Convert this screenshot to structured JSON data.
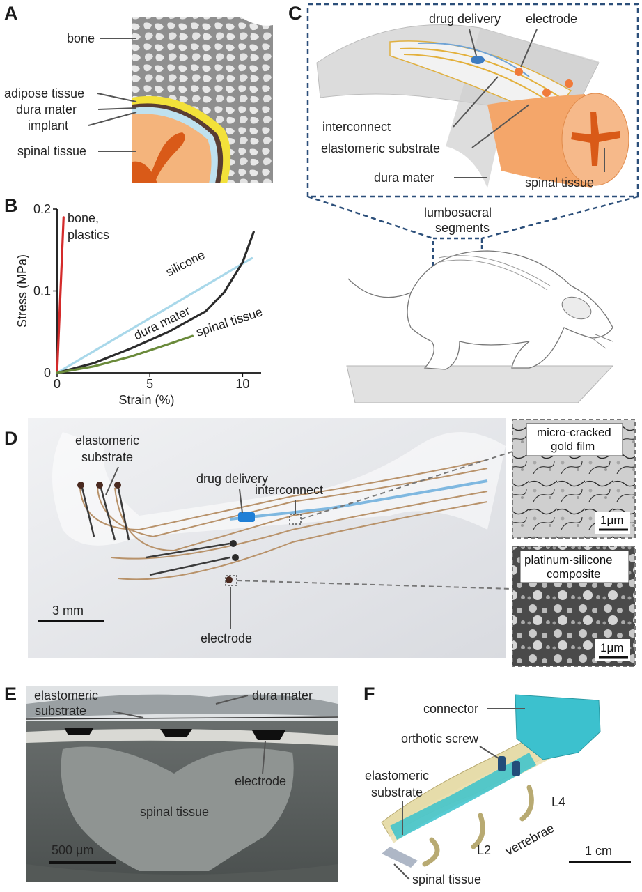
{
  "panels": {
    "A": {
      "letter": "A",
      "labels": {
        "bone": "bone",
        "adipose": "adipose tissue",
        "dura": "dura mater",
        "implant": "implant",
        "spinal": "spinal tissue"
      }
    },
    "B": {
      "letter": "B",
      "curve_labels": {
        "bone1": "bone,",
        "bone2": "plastics",
        "silicone": "silicone",
        "dura": "dura mater",
        "spinal": "spinal tissue"
      }
    },
    "C": {
      "letter": "C",
      "labels": {
        "drug": "drug delivery",
        "electrode": "electrode",
        "interconnect": "interconnect",
        "substrate": "elastomeric substrate",
        "dura": "dura mater",
        "spinal": "spinal tissue",
        "lumbo1": "lumbosacral",
        "lumbo2": "segments"
      }
    },
    "D": {
      "letter": "D",
      "labels": {
        "substrate1": "elastomeric",
        "substrate2": "substrate",
        "drug": "drug delivery",
        "interconnect": "interconnect",
        "electrode": "electrode",
        "scale": "3 mm",
        "gold1": "micro-cracked",
        "gold2": "gold film",
        "gold_scale": "1μm",
        "plat1": "platinum-silicone",
        "plat2": "composite",
        "plat_scale": "1μm"
      }
    },
    "E": {
      "letter": "E",
      "labels": {
        "substrate1": "elastomeric",
        "substrate2": "substrate",
        "dura": "dura mater",
        "electrode": "electrode",
        "spinal": "spinal tissue",
        "scale": "500 μm"
      }
    },
    "F": {
      "letter": "F",
      "labels": {
        "connector": "connector",
        "screw": "orthotic screw",
        "substrate1": "elastomeric",
        "substrate2": "substrate",
        "l4": "L4",
        "vertebrae": "vertebrae",
        "l2": "L2",
        "spinal": "spinal tissue",
        "scale": "1 cm"
      }
    }
  },
  "chart_data": {
    "type": "line",
    "xlabel": "Strain (%)",
    "ylabel": "Stress (MPa)",
    "xlim": [
      0,
      11
    ],
    "ylim": [
      0,
      0.2
    ],
    "xticks": [
      0,
      5,
      10
    ],
    "yticks": [
      0.1,
      0.2
    ],
    "series": [
      {
        "name": "bone, plastics",
        "color": "#d42a2a",
        "x": [
          0,
          0.35
        ],
        "y": [
          0,
          0.19
        ]
      },
      {
        "name": "silicone",
        "color": "#a9d8ea",
        "x": [
          0,
          10.5
        ],
        "y": [
          0,
          0.14
        ]
      },
      {
        "name": "dura mater",
        "color": "#2b2b2b",
        "x": [
          0,
          2,
          4,
          6,
          8,
          9,
          10,
          10.6
        ],
        "y": [
          0,
          0.012,
          0.03,
          0.05,
          0.075,
          0.098,
          0.135,
          0.172
        ]
      },
      {
        "name": "spinal tissue",
        "color": "#6a8a3a",
        "x": [
          0,
          2,
          4,
          6,
          7.3
        ],
        "y": [
          0,
          0.008,
          0.02,
          0.035,
          0.045
        ]
      }
    ]
  }
}
